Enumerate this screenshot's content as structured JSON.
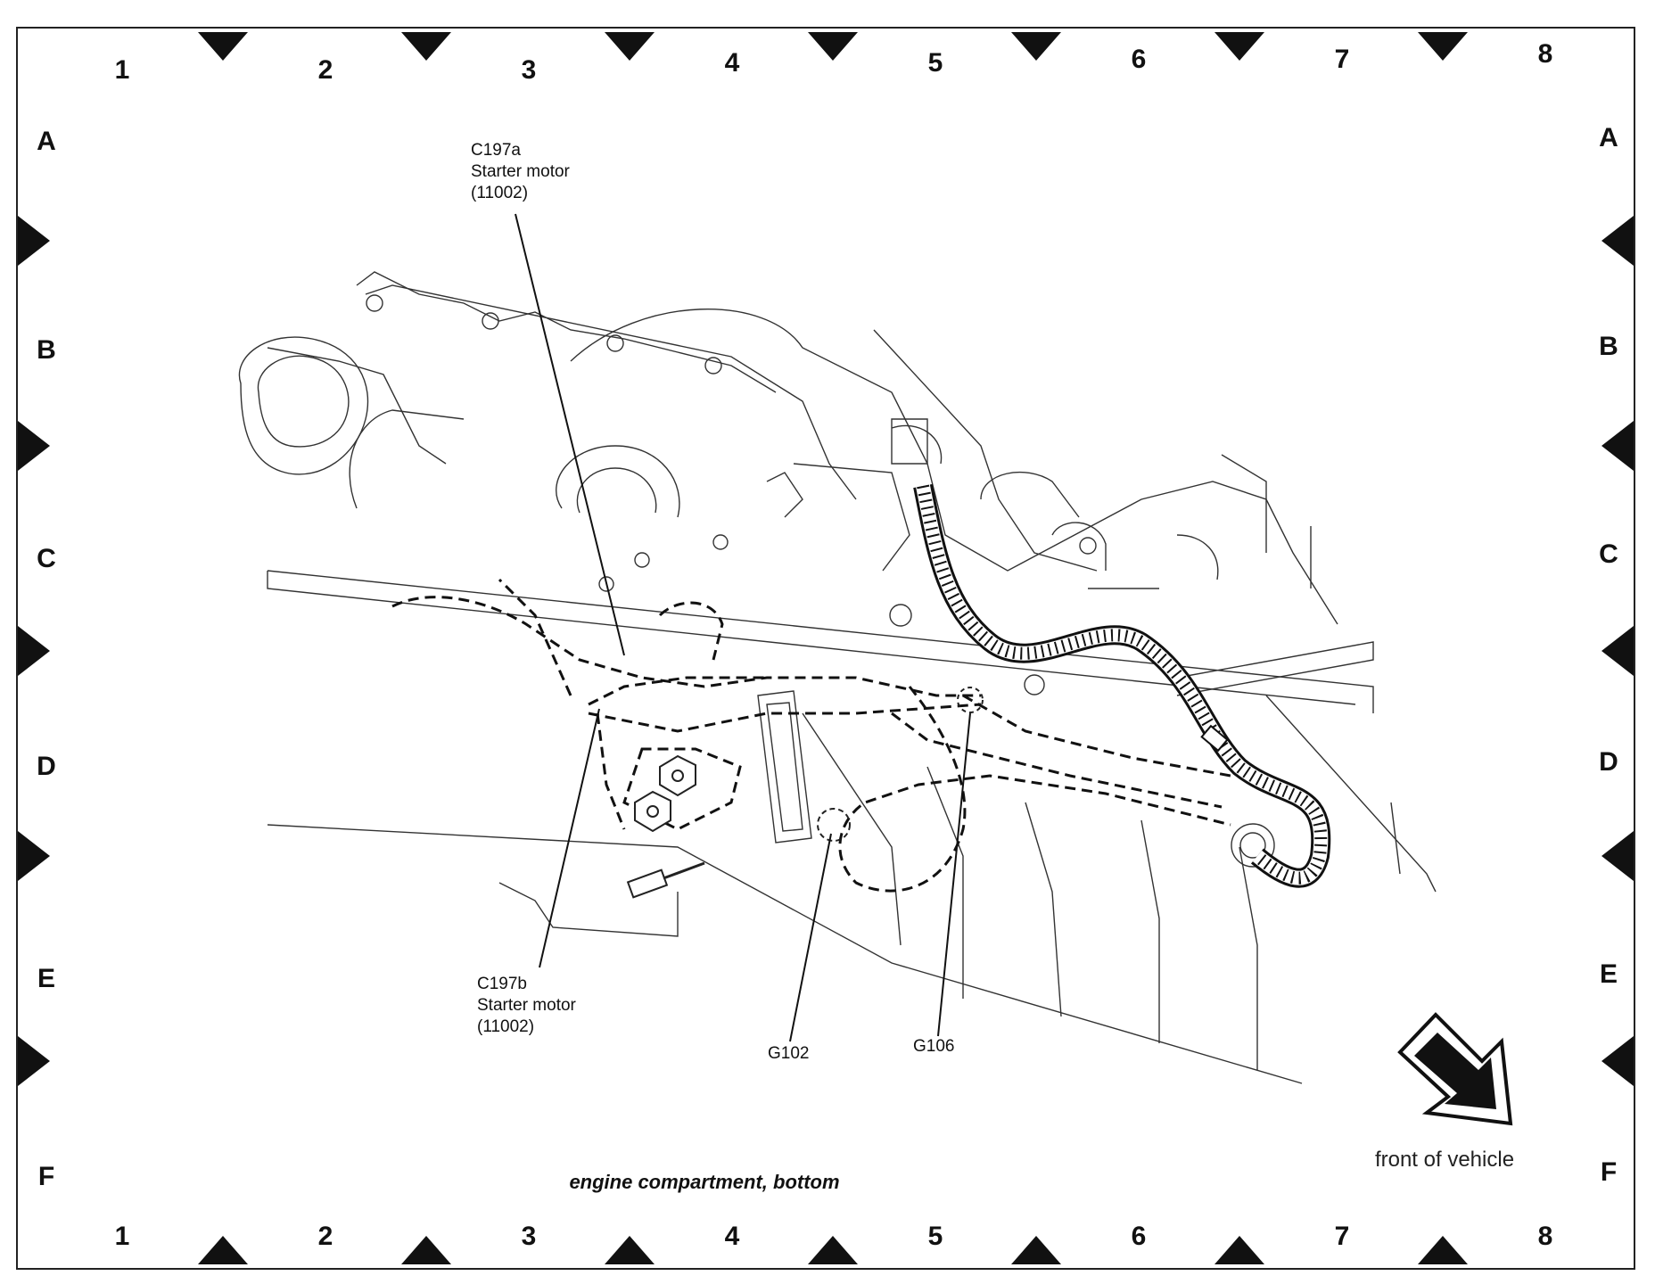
{
  "grid": {
    "columns": [
      "1",
      "2",
      "3",
      "4",
      "5",
      "6",
      "7",
      "8"
    ],
    "rows": [
      "A",
      "B",
      "C",
      "D",
      "E",
      "F"
    ]
  },
  "callouts": {
    "c197a": {
      "id": "C197a",
      "name": "Starter motor",
      "part": "(11002)"
    },
    "c197b": {
      "id": "C197b",
      "name": "Starter motor",
      "part": "(11002)"
    },
    "g102": {
      "id": "G102"
    },
    "g106": {
      "id": "G106"
    }
  },
  "caption": "engine compartment, bottom",
  "orientation": {
    "label": "front of vehicle",
    "icon": "front-arrow-icon"
  }
}
